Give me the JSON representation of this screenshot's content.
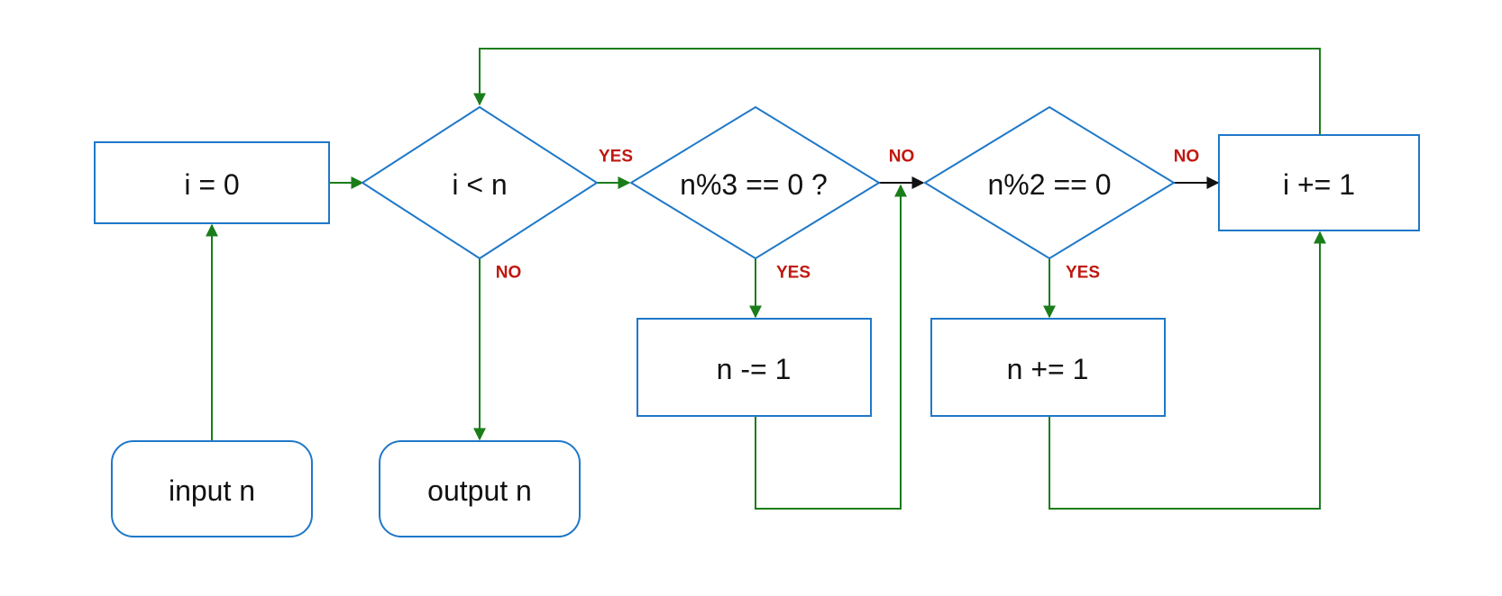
{
  "nodes": {
    "init": "i = 0",
    "loop_condition": "i < n",
    "div3_check": "n%3 == 0 ?",
    "div2_check": "n%2 == 0",
    "increment_i": "i += 1",
    "decrement_n": "n -= 1",
    "increment_n": "n += 1",
    "input": "input n",
    "output": "output n"
  },
  "edge_labels": {
    "loop_yes": "YES",
    "loop_no": "NO",
    "div3_yes": "YES",
    "div3_no": "NO",
    "div2_yes": "YES",
    "div2_no": "NO"
  },
  "colors": {
    "node_border": "#1f78c8",
    "edge_green": "#1a7d1a",
    "edge_black": "#111111",
    "label_red": "#c0170f"
  }
}
